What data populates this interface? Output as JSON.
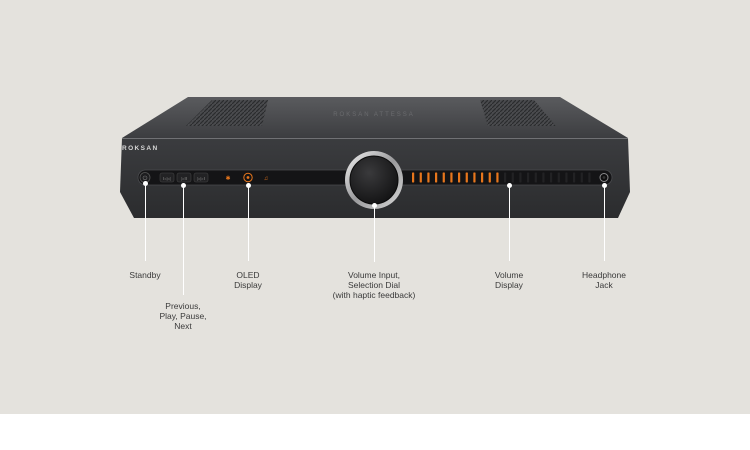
{
  "device": {
    "brand": "ROKSAN",
    "top_engraving": "ROKSAN ATTESSA",
    "transport_buttons": [
      "I◁◁",
      "▷II",
      "▷▷I"
    ],
    "accent_color": "#e8761c",
    "body_color": "#3a3b3d",
    "volume_bars_total": 24,
    "volume_bars_lit": 12
  },
  "callouts": [
    {
      "id": "standby",
      "text": "Standby"
    },
    {
      "id": "transport",
      "text": "Previous,\nPlay, Pause,\nNext"
    },
    {
      "id": "oled",
      "text": "OLED\nDisplay"
    },
    {
      "id": "dial",
      "text": "Volume Input,\nSelection Dial\n(with haptic feedback)"
    },
    {
      "id": "volume",
      "text": "Volume\nDisplay"
    },
    {
      "id": "headphone",
      "text": "Headphone\nJack"
    }
  ]
}
